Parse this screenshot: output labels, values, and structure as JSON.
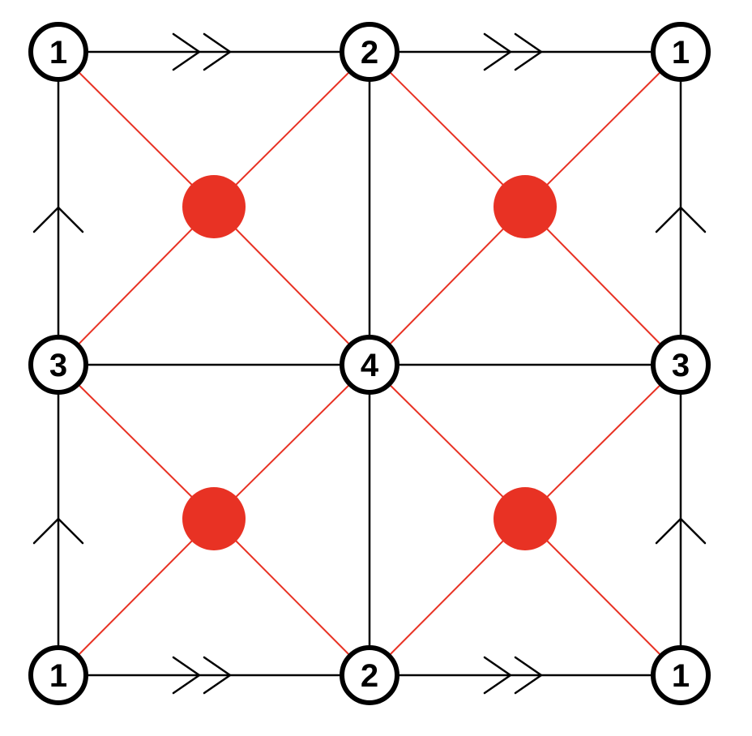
{
  "diagram": {
    "node_labels": [
      "1",
      "2",
      "1",
      "3",
      "4",
      "3",
      "1",
      "2",
      "1"
    ],
    "colors": {
      "edge": "#000000",
      "red_edge": "#e83224",
      "red_dot": "#e83224",
      "node_fill": "#ffffff",
      "node_stroke": "#000000"
    }
  }
}
